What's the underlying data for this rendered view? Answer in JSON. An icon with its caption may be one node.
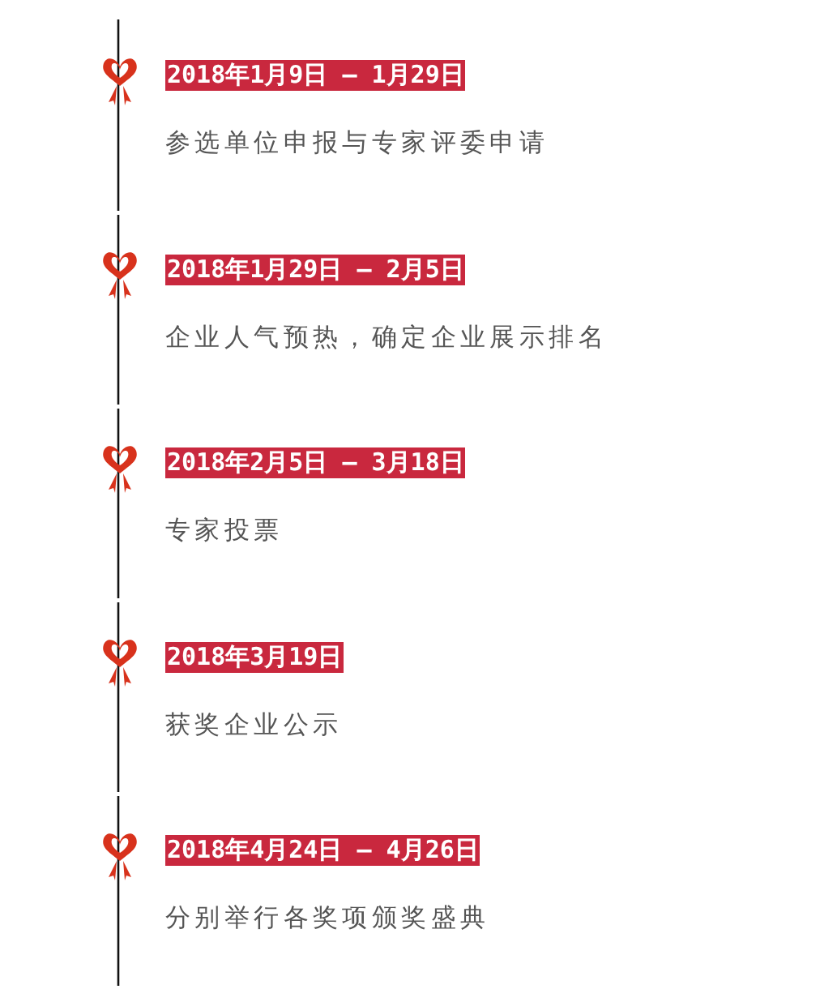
{
  "diagram": {
    "nodes": [
      {
        "text": [
          "2018年1月9日 — 1月29日"
        ],
        "beside": [
          "参选单位申报与专家评委申请"
        ]
      },
      {
        "text": [
          "2018年1月29日 — 2月5日"
        ],
        "beside": [
          "企业人气预热，确定企业展示排名"
        ]
      },
      {
        "text": [
          "2018年2月5日 — 3月18日"
        ],
        "beside": [
          "专家投票"
        ]
      },
      {
        "text": [
          "2018年3月19日"
        ],
        "beside": [
          "获奖企业公示"
        ]
      },
      {
        "text": [
          "2018年4月24日 — 4月26日"
        ],
        "beside": [
          "分别举行各奖项颁奖盛典"
        ]
      }
    ]
  }
}
